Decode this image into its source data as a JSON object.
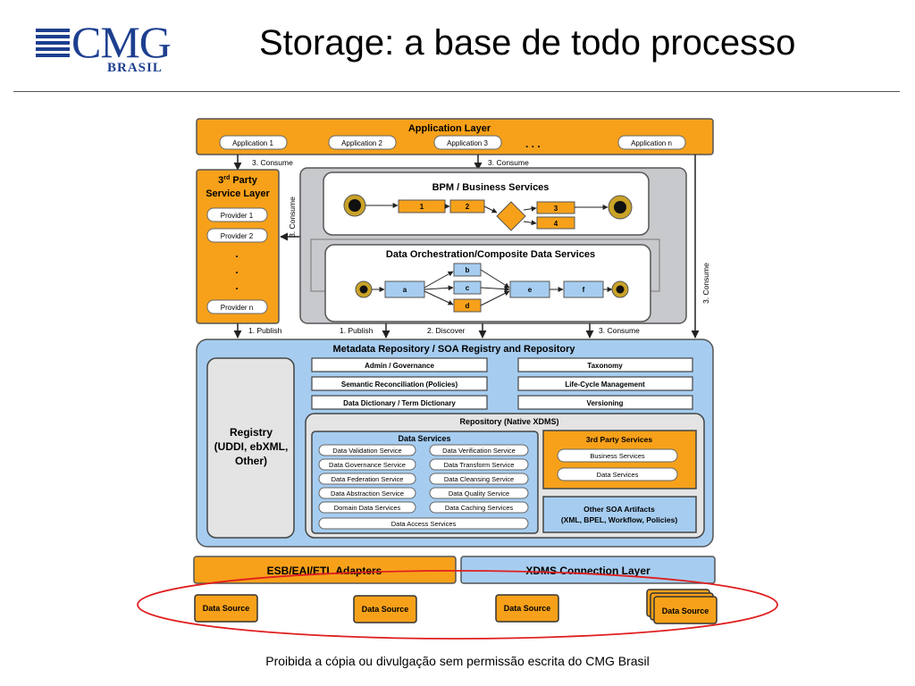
{
  "header": {
    "logo_text": "CMG",
    "logo_sub": "BRASIL",
    "title": "Storage: a base de todo processo"
  },
  "footer": "Proibida a cópia ou divulgação sem permissão escrita do CMG Brasil",
  "colors": {
    "orange": "#f7a11a",
    "blue": "#a6cdf0",
    "gray": "#c8c9cc",
    "title_blue": "#1d3f8f",
    "highlight_ellipse": "#e01e1e"
  },
  "diagram": {
    "application_layer": {
      "title": "Application Layer",
      "apps": [
        "Application 1",
        "Application 2",
        "Application 3",
        "Application n"
      ],
      "ellipsis": ". . ."
    },
    "consume_labels": [
      "3. Consume",
      "3. Consume",
      "3. Consume",
      "3. Consume",
      "3. Consume"
    ],
    "third_party_layer": {
      "title_line1": "3",
      "title_sup": "rd",
      "title_line1_rest": " Party",
      "title_line2": "Service Layer",
      "providers": [
        "Provider 1",
        "Provider 2",
        "Provider n"
      ],
      "dots": "."
    },
    "bpm": {
      "title": "BPM / Business Services",
      "steps": [
        "1",
        "2",
        "3",
        "4"
      ]
    },
    "orchestration": {
      "title": "Data Orchestration/Composite Data Services",
      "steps": [
        "a",
        "b",
        "c",
        "d",
        "e",
        "f"
      ]
    },
    "flow_labels": {
      "publish_left": "1. Publish",
      "publish": "1. Publish",
      "discover": "2. Discover",
      "consume_mid": "3. Consume"
    },
    "metadata": {
      "title": "Metadata Repository / SOA Registry and Repository",
      "left_items": [
        "Admin / Governance",
        "Semantic Reconciliation (Policies)",
        "Data Dictionary / Term Dictionary"
      ],
      "right_items": [
        "Taxonomy",
        "Life-Cycle Management",
        "Versioning"
      ],
      "registry_lines": [
        "Registry",
        "(UDDI, ebXML,",
        "Other)"
      ]
    },
    "repository": {
      "title": "Repository (Native XDMS)",
      "data_services_title": "Data Services",
      "data_services_left": [
        "Data Validation Service",
        "Data Governance Service",
        "Data Federation Service",
        "Data Abstraction Service",
        "Domain Data Services"
      ],
      "data_services_right": [
        "Data Verification Service",
        "Data Transform Service",
        "Data Cleansing Service",
        "Data Quality Service",
        "Data Caching Services"
      ],
      "data_access": "Data Access Services",
      "third_party_services_title": "3rd Party Services",
      "third_party_services_items": [
        "Business Services",
        "Data Services"
      ],
      "other_soa_line1": "Other SOA Artifacts",
      "other_soa_line2": "(XML, BPEL, Workflow, Policies)"
    },
    "esb": "ESB/EAI/ETL Adapters",
    "xdms": "XDMS Connection Layer",
    "data_sources": [
      "Data Source",
      "Data Source",
      "Data Source",
      "Data Source"
    ]
  }
}
